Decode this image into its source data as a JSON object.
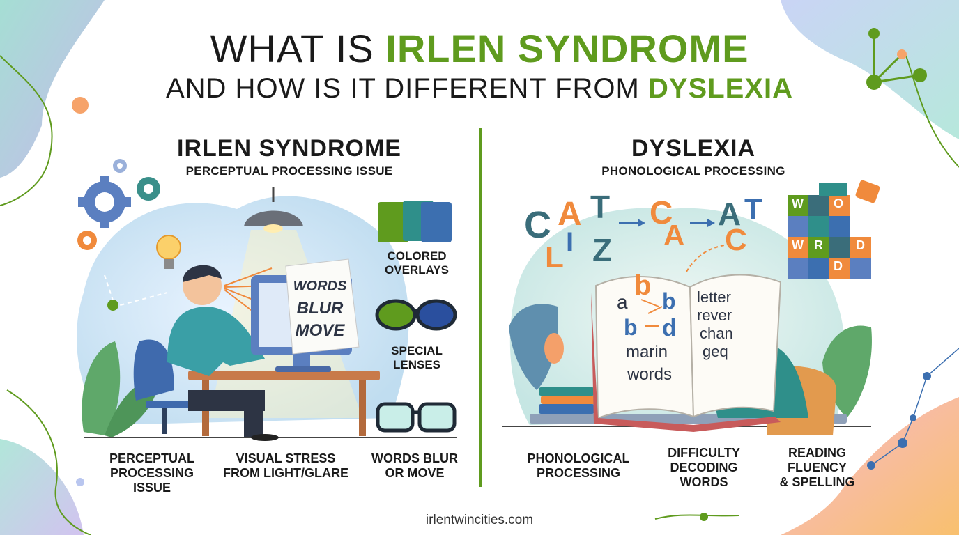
{
  "title": {
    "line1_prefix": "WHAT IS ",
    "line1_highlight": "IRLEN SYNDROME",
    "line2_prefix": "AND HOW IS IT DIFFERENT FROM ",
    "line2_highlight": "DYSLEXIA"
  },
  "irlen": {
    "heading": "IRLEN SYNDROME",
    "subheading": "PERCEPTUAL PROCESSING ISSUE",
    "screen_text": [
      "WORDS",
      "BLUR",
      "MOVE"
    ],
    "callouts": {
      "overlays": "COLORED\nOVERLAYS",
      "lenses": "SPECIAL\nLENSES"
    },
    "bottom_labels": [
      "PERCEPTUAL\nPROCESSING\nISSUE",
      "VISUAL STRESS\nFROM LIGHT/GLARE",
      "WORDS BLUR\nOR MOVE"
    ]
  },
  "dyslexia": {
    "heading": "DYSLEXIA",
    "subheading": "PHONOLOGICAL PROCESSING",
    "floating_letters": [
      "C",
      "A",
      "T",
      "L",
      "I",
      "Z"
    ],
    "rearranged_letters": [
      "C",
      "A",
      "A",
      "T",
      "C"
    ],
    "puzzle_letters": [
      "W",
      "O",
      "W",
      "R",
      "D",
      "D"
    ],
    "book_left": [
      "a",
      "b",
      "b",
      "b",
      "d",
      "marin",
      "words"
    ],
    "book_right": [
      "letter",
      "rever",
      "chan",
      "geq"
    ],
    "bottom_labels": [
      "PHONOLOGICAL\nPROCESSING",
      "DIFFICULTY\nDECODING\nWORDS",
      "READING\nFLUENCY\n& SPELLING"
    ]
  },
  "footer": "irlentwincities.com",
  "colors": {
    "accent_green": "#5f9b1e",
    "text_dark": "#1a1a1a",
    "teal": "#2f8f8a",
    "orange": "#f08a3c",
    "blue": "#3c6fb0"
  },
  "icons": [
    "gear-icon",
    "lightbulb-icon",
    "lamp-icon",
    "monitor-icon",
    "glasses-icon",
    "overlay-cards-icon",
    "book-icon",
    "puzzle-icon",
    "plant-icon"
  ]
}
